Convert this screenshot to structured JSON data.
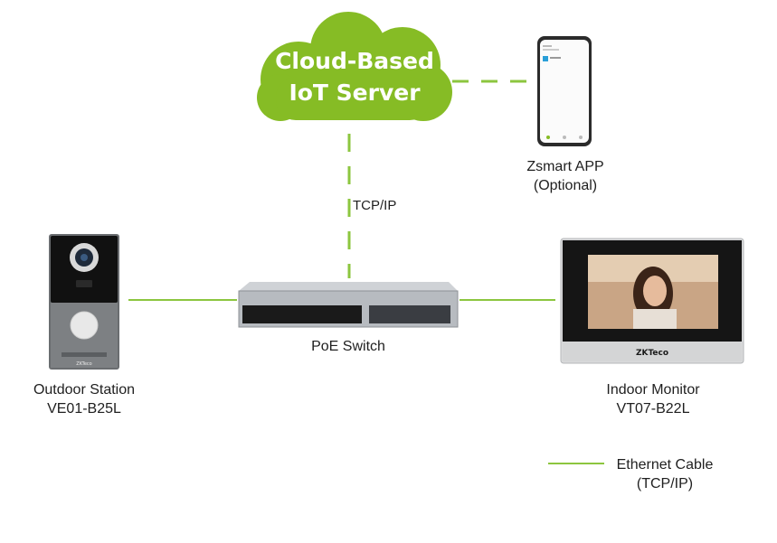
{
  "cloud": {
    "line1": "Cloud-Based",
    "line2": "IoT Server"
  },
  "app": {
    "line1": "Zsmart APP",
    "line2": "(Optional)"
  },
  "link_label": "TCP/IP",
  "switch": {
    "label": "PoE Switch"
  },
  "outdoor": {
    "line1": "Outdoor Station",
    "line2": "VE01-B25L"
  },
  "indoor": {
    "line1": "Indoor Monitor",
    "line2": "VT07-B22L",
    "brand": "ZKTeco"
  },
  "outdoor_brand": "ZKTeco",
  "legend": {
    "line1": "Ethernet Cable",
    "line2": "(TCP/IP)"
  },
  "colors": {
    "accent_green": "#86bc25",
    "line_green": "#8cc63f"
  }
}
